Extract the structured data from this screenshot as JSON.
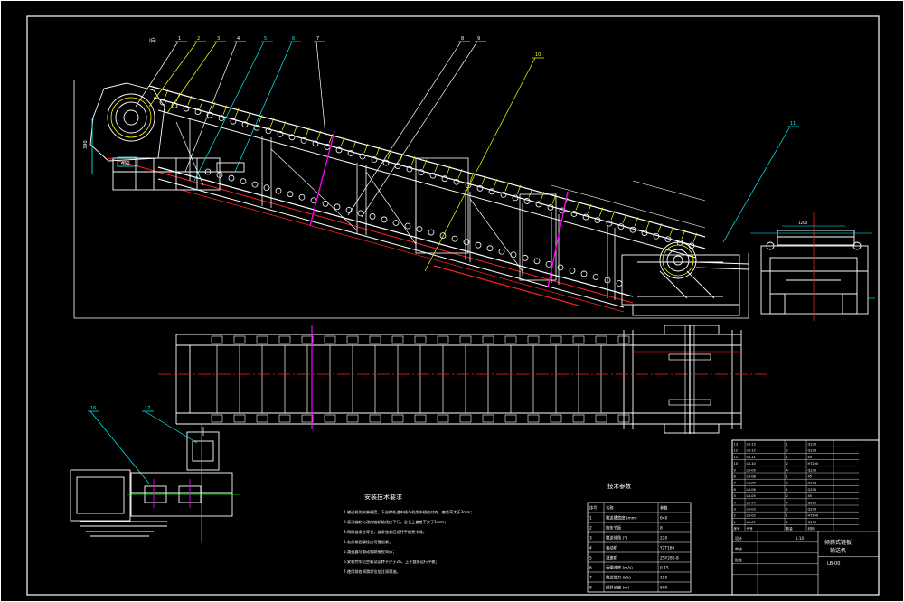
{
  "drawing": {
    "view_label": "I向",
    "leaders": [
      {
        "label": "1",
        "color": "#ffffff"
      },
      {
        "label": "2",
        "color": "#ffff00"
      },
      {
        "label": "3",
        "color": "#ffff00"
      },
      {
        "label": "4",
        "color": "#ffffff"
      },
      {
        "label": "5",
        "color": "#00ffff"
      },
      {
        "label": "6",
        "color": "#00ffff"
      },
      {
        "label": "7",
        "color": "#ffffff"
      },
      {
        "label": "8",
        "color": "#ffffff"
      },
      {
        "label": "9",
        "color": "#ffffff"
      },
      {
        "label": "10",
        "color": "#ffff00"
      },
      {
        "label": "11",
        "color": "#00ffff"
      },
      {
        "label": "16",
        "color": "#00ffff"
      },
      {
        "label": "17",
        "color": "#00ffff"
      }
    ],
    "dims": {
      "height": "390",
      "left_box": "450",
      "side_right": "1200"
    }
  },
  "requirements": {
    "title": "安装技术要求",
    "items": [
      "1.输送机的安装精度，下支撑轨道中线与机架中线应对齐，偏差不大于3mm；",
      "2.驱动链轮与改向链轮轴线应平行，全长上偏差不大于1mm；",
      "3.两侧链条应等长，链条张紧后运行平稳无卡滞；",
      "4.各部紧固螺栓应可靠锁紧；",
      "5.减速器与电动机联接应同心；",
      "6.安装完毕后空载试运转不少于2h，上下链条运行平稳；",
      "7.使用前各润滑部位加注润滑油。"
    ]
  },
  "params": {
    "title": "技术参数",
    "headers": [
      "序号",
      "名称",
      "参数"
    ],
    "rows": [
      [
        "1",
        "输送槽宽度 (mm)",
        "640"
      ],
      [
        "2",
        "链条节距",
        "8"
      ],
      [
        "3",
        "输送倾角 (°)",
        "220"
      ],
      [
        "4",
        "电动机",
        "Y2T160"
      ],
      [
        "5",
        "减速机",
        "ZSY280-8"
      ],
      [
        "6",
        "运输速度 (m/s)",
        "0.15"
      ],
      [
        "7",
        "输送能力 (t/h)",
        "150"
      ],
      [
        "8",
        "倾斜长度 (m)",
        "600"
      ]
    ]
  },
  "titleblock": {
    "name_line1": "倾斜式链板",
    "name_line2": "输送机",
    "drawing_no": "LB-00",
    "rows": [
      [
        "13",
        "LB-13",
        "1",
        "Q235"
      ],
      [
        "12",
        "LB-12",
        "2",
        "Q235"
      ],
      [
        "11",
        "LB-11",
        "1",
        "45"
      ],
      [
        "10",
        "LB-10",
        "2",
        "HT200"
      ],
      [
        "9",
        "LB-09",
        "4",
        "Q235"
      ],
      [
        "8",
        "LB-08",
        "1",
        "45"
      ],
      [
        "7",
        "LB-07",
        "2",
        "Q235"
      ],
      [
        "6",
        "LB-06",
        "1",
        "Q235"
      ],
      [
        "5",
        "LB-05",
        "2",
        "45"
      ],
      [
        "4",
        "LB-04",
        "4",
        "Q235"
      ],
      [
        "3",
        "LB-03",
        "2",
        "Q235"
      ],
      [
        "2",
        "LB-02",
        "1",
        "HT200"
      ],
      [
        "1",
        "LB-01",
        "1",
        "Q235"
      ]
    ],
    "header": [
      "序号",
      "代号",
      "数量",
      "材料"
    ],
    "sign_labels": [
      "设计",
      "审核",
      "批准"
    ],
    "scale": "1:10"
  },
  "colors": {
    "white": "#ffffff",
    "yellow": "#ffff00",
    "cyan": "#00ffff",
    "red": "#ff2020",
    "magenta": "#ff00ff",
    "green": "#00ff00",
    "blue": "#4040ff"
  }
}
